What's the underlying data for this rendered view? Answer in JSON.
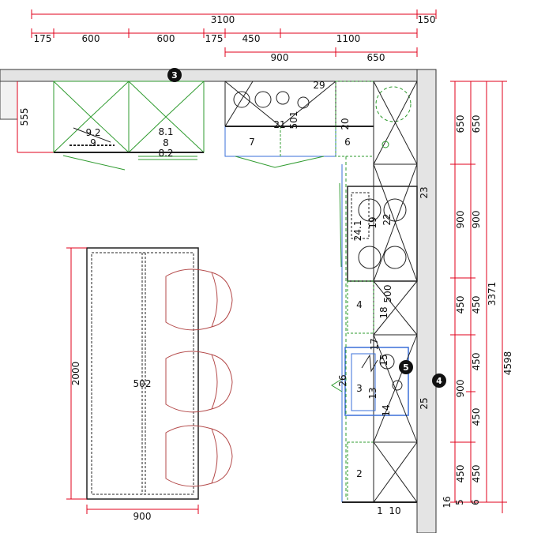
{
  "colors": {
    "dimension": "#e0001b",
    "wall_fill": "#e4e4e4",
    "cabinet_line": "#222222",
    "appliance_green": "#2f9b2f",
    "blue_outline": "#3a6fd8",
    "chair_outline": "#b44a4a",
    "marker_fill": "#111111"
  },
  "top_dims": {
    "row1": [
      "3100",
      "150"
    ],
    "row2": [
      "175",
      "600",
      "600",
      "175",
      "450",
      "1100"
    ],
    "row3": [
      "900",
      "650"
    ]
  },
  "left_dim": "555",
  "right_dims": {
    "col1": [
      "650",
      "900",
      "450",
      "900",
      "450",
      "16"
    ],
    "col2": [
      "650",
      "900",
      "450",
      "450",
      "450",
      "450",
      "5"
    ],
    "col3": [
      "3371",
      "6"
    ],
    "total": "4598"
  },
  "markers": [
    "3",
    "4",
    "5"
  ],
  "cabinet_labels": {
    "top_left": [
      "9.2",
      "9",
      "8.1",
      "8",
      "8.2"
    ],
    "top_mid": [
      "29",
      "21",
      "501",
      "7",
      "20",
      "6"
    ],
    "right_col": [
      "23",
      "24.1",
      "19",
      "22",
      "500",
      "18",
      "4",
      "17",
      "26",
      "3",
      "15",
      "13",
      "14",
      "25",
      "2",
      "1",
      "10"
    ]
  },
  "island": {
    "label": "502",
    "length_dim": "2000",
    "width_dim": "900"
  }
}
